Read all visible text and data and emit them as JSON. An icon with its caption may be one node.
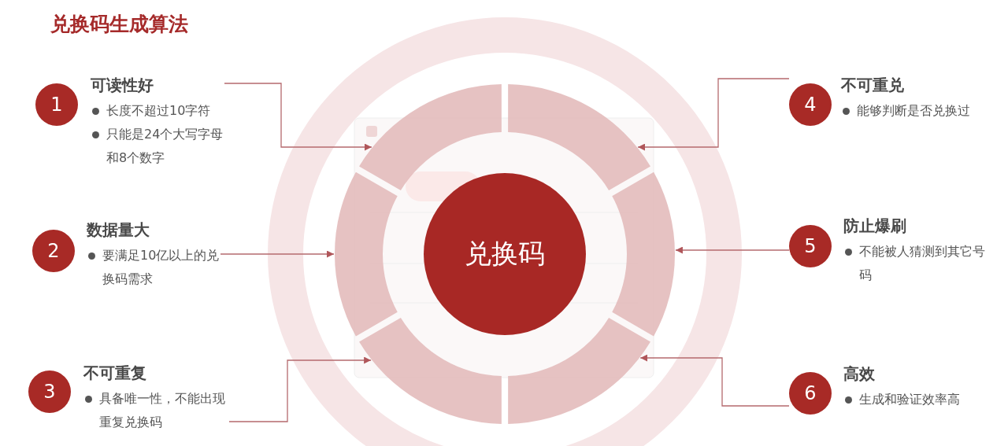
{
  "diagram": {
    "title": "兑换码生成算法",
    "nodes": [
      {
        "text": [
          "兑换码"
        ]
      },
      {
        "text": [],
        "shape": "arc"
      },
      {
        "text": [],
        "shape": "arc"
      },
      {
        "text": [],
        "shape": "arc"
      },
      {
        "text": [],
        "shape": "arc"
      },
      {
        "text": [],
        "shape": "arc"
      },
      {
        "text": [],
        "shape": "arc"
      },
      {
        "text": [
          "1",
          "可读性好",
          "长度不超过10字符",
          "只能是24个大写字母和8个数字"
        ]
      },
      {
        "text": [
          "2",
          "数据量大",
          "要满足10亿以上的兑换码需求"
        ]
      },
      {
        "text": [
          "3",
          "不可重复",
          "具备唯一性，不能出现重复兑换码"
        ]
      },
      {
        "text": [
          "4",
          "不可重兑",
          "能够判断是否兑换过"
        ]
      },
      {
        "text": [
          "5",
          "防止爆刷",
          "不能被人猜测到其它号码"
        ]
      },
      {
        "text": [
          "6",
          "高效",
          "生成和验证效率高"
        ]
      }
    ],
    "edges": [
      {
        "from": 7,
        "to": 1,
        "arrow": "to"
      },
      {
        "from": 8,
        "to": 3,
        "arrow": "to"
      },
      {
        "from": 9,
        "to": 5,
        "arrow": "to"
      },
      {
        "from": 10,
        "to": 2,
        "arrow": "to"
      },
      {
        "from": 11,
        "to": 4,
        "arrow": "to"
      },
      {
        "from": 12,
        "to": 6,
        "arrow": "to"
      }
    ]
  }
}
